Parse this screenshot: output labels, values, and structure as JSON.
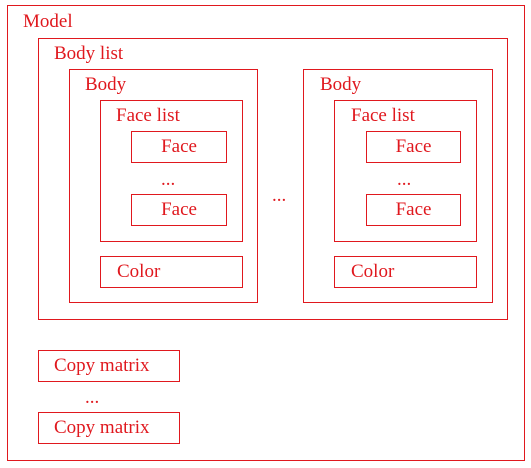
{
  "model": {
    "label": "Model",
    "body_list": {
      "label": "Body list",
      "bodies": [
        {
          "label": "Body",
          "face_list": {
            "label": "Face list",
            "faces": [
              "Face",
              "Face"
            ],
            "ellipsis": "..."
          },
          "color_label": "Color"
        },
        {
          "label": "Body",
          "face_list": {
            "label": "Face list",
            "faces": [
              "Face",
              "Face"
            ],
            "ellipsis": "..."
          },
          "color_label": "Color"
        }
      ],
      "between_ellipsis": "..."
    },
    "copy_matrices": [
      "Copy matrix",
      "Copy matrix"
    ],
    "copy_ellipsis": "..."
  },
  "colors": {
    "stroke": "#e0181e",
    "text": "#e0181e",
    "background": "#ffffff"
  }
}
